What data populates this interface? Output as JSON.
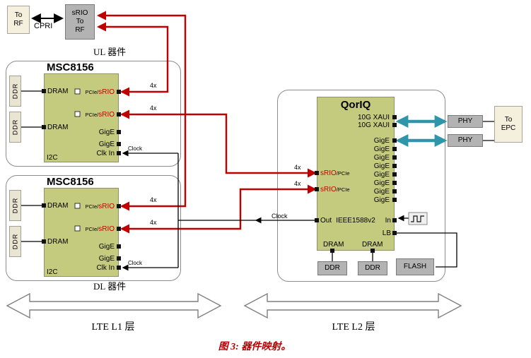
{
  "colors": {
    "accent_red": "#c00000",
    "teal": "#2f96aa",
    "block_green": "#c5cb7e",
    "box_gray": "#b3b3b3",
    "box_cream": "#f4f0dd",
    "box_tan": "#eae5d2"
  },
  "rf_box": {
    "line1": "To",
    "line2": "RF"
  },
  "cpri_label": "CPRI",
  "srio_rf_box": {
    "line1": "sRIO",
    "line2": "To",
    "line3": "RF"
  },
  "section_labels": {
    "ul": "UL 器件",
    "dl": "DL 器件"
  },
  "msc_blocks": [
    {
      "title": "MSC8156",
      "ddr": [
        "DDR",
        "DDR"
      ],
      "dram": [
        "DRAM",
        "DRAM"
      ],
      "i2c": "I2C",
      "srio_prefix": "PCIe/",
      "srio": "sRIO",
      "gige": [
        "GigE",
        "GigE"
      ],
      "clk_in": "Clk In",
      "lanes": [
        "4x",
        "4x"
      ],
      "clock": "Clock"
    },
    {
      "title": "MSC8156",
      "ddr": [
        "DDR",
        "DDR"
      ],
      "dram": [
        "DRAM",
        "DRAM"
      ],
      "i2c": "I2C",
      "srio_prefix": "PCIe/",
      "srio": "sRIO",
      "gige": [
        "GigE",
        "GigE"
      ],
      "clk_in": "Clk In",
      "lanes": [
        "4x",
        "4x"
      ],
      "clock": "Clock"
    }
  ],
  "qoriq": {
    "title": "QorIQ",
    "xaui": [
      "10G XAUI",
      "10G XAUI"
    ],
    "gige": [
      "GigE",
      "GigE",
      "GigE",
      "GigE",
      "GigE",
      "GigE",
      "GigE",
      "GigE"
    ],
    "srio": "sRIO",
    "srio_suffix": "/PCIe",
    "lanes": [
      "4x",
      "4x"
    ],
    "clock": "Clock",
    "out": "Out",
    "ieee": "IEEE1588v2",
    "in": "In",
    "lb": "LB",
    "dram": [
      "DRAM",
      "DRAM"
    ],
    "ddr": [
      "DDR",
      "DDR"
    ],
    "flash": "FLASH"
  },
  "phy": [
    "PHY",
    "PHY"
  ],
  "epc_box": {
    "line1": "To",
    "line2": "EPC"
  },
  "layer_arrows": {
    "l1": "LTE L1 层",
    "l2": "LTE L2 层"
  },
  "caption": "图 3: 器件映射。"
}
